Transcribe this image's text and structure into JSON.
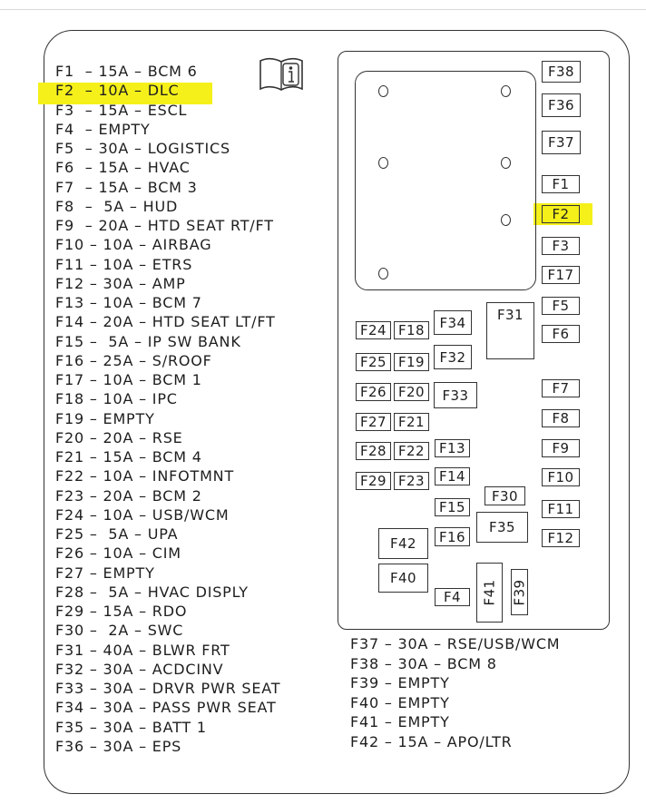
{
  "highlight_color": "#f5f01a",
  "legend_left": [
    "F1  – 15A – BCM 6",
    "F2  – 10A – DLC",
    "F3  – 15A – ESCL",
    "F4  – EMPTY",
    "F5  – 30A – LOGISTICS",
    "F6  – 15A – HVAC",
    "F7  – 15A – BCM 3",
    "F8  –  5A – HUD",
    "F9  – 20A – HTD SEAT RT/FT",
    "F10 – 10A – AIRBAG",
    "F11 – 10A – ETRS",
    "F12 – 30A – AMP",
    "F13 – 10A – BCM 7",
    "F14 – 20A – HTD SEAT LT/FT",
    "F15 –  5A – IP SW BANK",
    "F16 – 25A – S/ROOF",
    "F17 – 10A – BCM 1",
    "F18 – 10A – IPC",
    "F19 – EMPTY",
    "F20 – 20A – RSE",
    "F21 – 15A – BCM 4",
    "F22 – 10A – INFOTMNT",
    "F23 – 20A – BCM 2",
    "F24 – 10A – USB/WCM",
    "F25 –  5A – UPA",
    "F26 – 10A – CIM",
    "F27 – EMPTY",
    "F28 –  5A – HVAC DISPLY",
    "F29 – 15A – RDO",
    "F30 –  2A – SWC",
    "F31 – 40A – BLWR FRT",
    "F32 – 30A – ACDCINV",
    "F33 – 30A – DRVR PWR SEAT",
    "F34 – 30A – PASS PWR SEAT",
    "F35 – 30A – BATT 1",
    "F36 – 30A – EPS"
  ],
  "legend_right": [
    "F37 – 30A – RSE/USB/WCM",
    "F38 – 30A – BCM 8",
    "F39 – EMPTY",
    "F40 – EMPTY",
    "F41 – EMPTY",
    "F42 – 15A – APO/LTR"
  ],
  "fuses": {
    "F38": "F38",
    "F36": "F36",
    "F37": "F37",
    "F1": "F1",
    "F2": "F2",
    "F3": "F3",
    "F17": "F17",
    "F5": "F5",
    "F6": "F6",
    "F7": "F7",
    "F8": "F8",
    "F9": "F9",
    "F10": "F10",
    "F11": "F11",
    "F12": "F12",
    "F24": "F24",
    "F18": "F18",
    "F34": "F34",
    "F31": "F31",
    "F25": "F25",
    "F19": "F19",
    "F32": "F32",
    "F26": "F26",
    "F20": "F20",
    "F33": "F33",
    "F27": "F27",
    "F21": "F21",
    "F28": "F28",
    "F22": "F22",
    "F13": "F13",
    "F29": "F29",
    "F23": "F23",
    "F14": "F14",
    "F15": "F15",
    "F30": "F30",
    "F35": "F35",
    "F42": "F42",
    "F16": "F16",
    "F40": "F40",
    "F4": "F4",
    "F41": "F41",
    "F39": "F39"
  }
}
